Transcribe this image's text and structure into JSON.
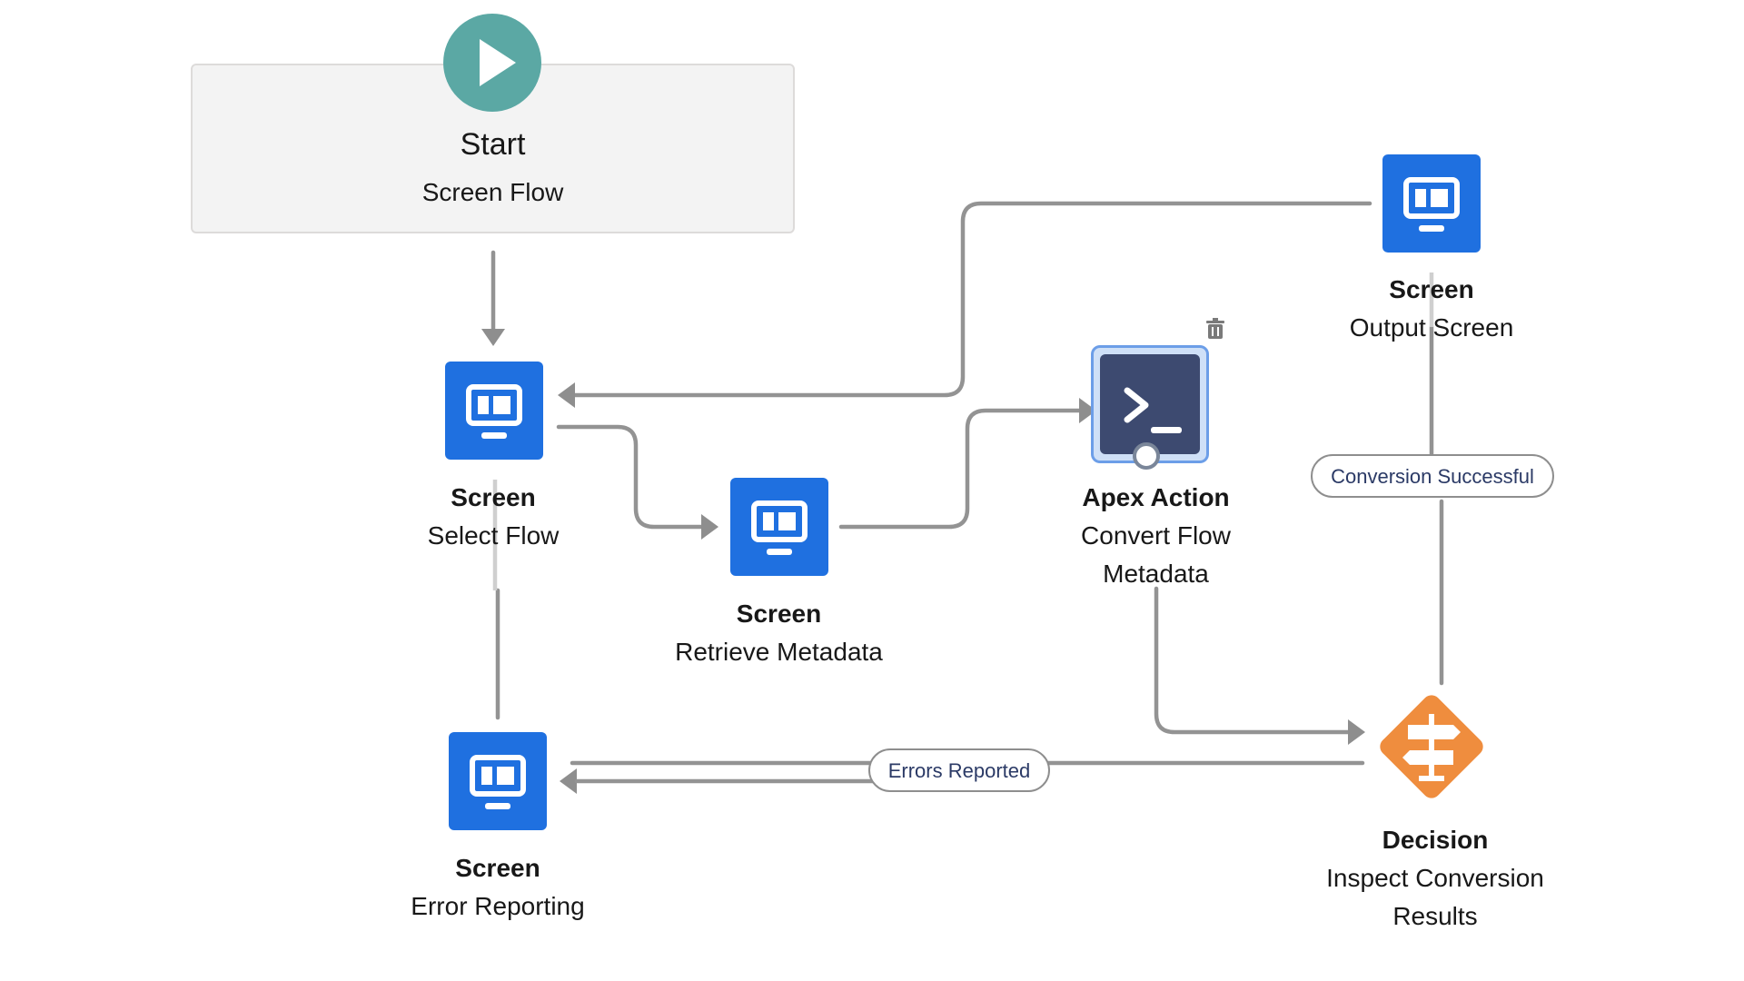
{
  "start": {
    "title": "Start",
    "subtitle": "Screen Flow",
    "icon": "play-icon",
    "color": "#5ba8a4"
  },
  "nodes": {
    "select_flow": {
      "kind": "Screen",
      "name": "Select Flow",
      "icon": "screen-icon"
    },
    "retrieve_metadata": {
      "kind": "Screen",
      "name": "Retrieve Metadata",
      "icon": "screen-icon"
    },
    "apex_action": {
      "kind": "Apex Action",
      "name_line1": "Convert Flow",
      "name_line2": "Metadata",
      "icon": "terminal-icon"
    },
    "output_screen": {
      "kind": "Screen",
      "name": "Output Screen",
      "icon": "screen-icon"
    },
    "error_reporting": {
      "kind": "Screen",
      "name": "Error Reporting",
      "icon": "screen-icon"
    },
    "decision": {
      "kind": "Decision",
      "name_line1": "Inspect Conversion",
      "name_line2": "Results",
      "icon": "signpost-icon"
    }
  },
  "connector_labels": {
    "success": "Conversion Successful",
    "errors": "Errors Reported"
  },
  "colors": {
    "screen": "#1f70e0",
    "apex": "#3d4a70",
    "decision": "#ef8d3e",
    "connector": "#939393"
  }
}
